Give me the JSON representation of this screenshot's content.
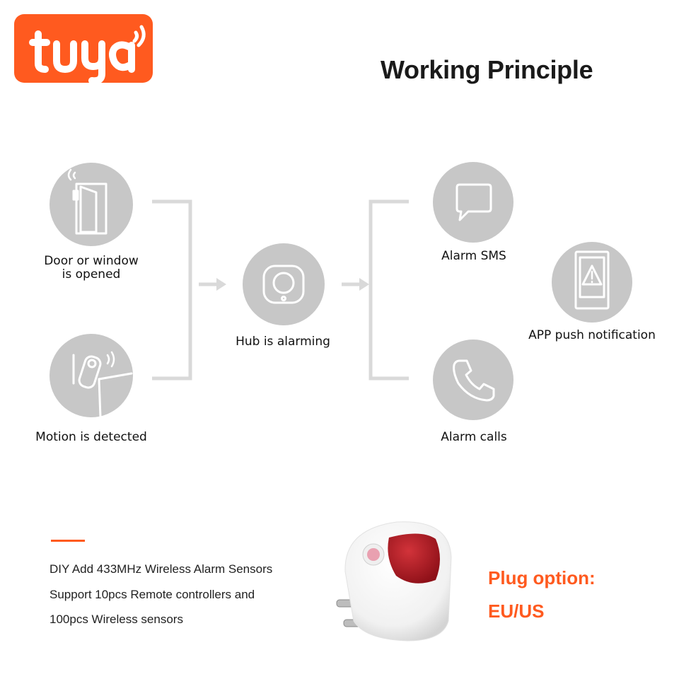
{
  "brand": {
    "logo_text": "tuya",
    "logo_color": "#ff5a1f"
  },
  "title": "Working Principle",
  "diagram": {
    "triggers": [
      {
        "lines": [
          "Door or window",
          "is opened"
        ],
        "icon": "door-window-sensor-icon"
      },
      {
        "lines": [
          "Motion is detected"
        ],
        "icon": "motion-sensor-icon"
      }
    ],
    "hub": {
      "label": "Hub is alarming",
      "icon": "hub-siren-icon"
    },
    "outputs": [
      {
        "label": "Alarm SMS",
        "icon": "chat-bubble-icon"
      },
      {
        "label": "Alarm calls",
        "icon": "phone-icon"
      },
      {
        "label": "APP push notification",
        "icon": "phone-alert-icon"
      }
    ],
    "colors": {
      "circle": "#c7c7c7",
      "connector": "#d9d9d9"
    }
  },
  "features": {
    "accent_color": "#ff5a1f",
    "line1": "DIY Add 433MHz Wireless Alarm Sensors",
    "line2": "Support 10pcs Remote controllers and",
    "line3": "100pcs Wireless sensors"
  },
  "plug": {
    "label": "Plug option:",
    "value": "EU/US",
    "color": "#ff5a1f"
  },
  "product": {
    "icon": "wireless-siren-plug-device"
  }
}
